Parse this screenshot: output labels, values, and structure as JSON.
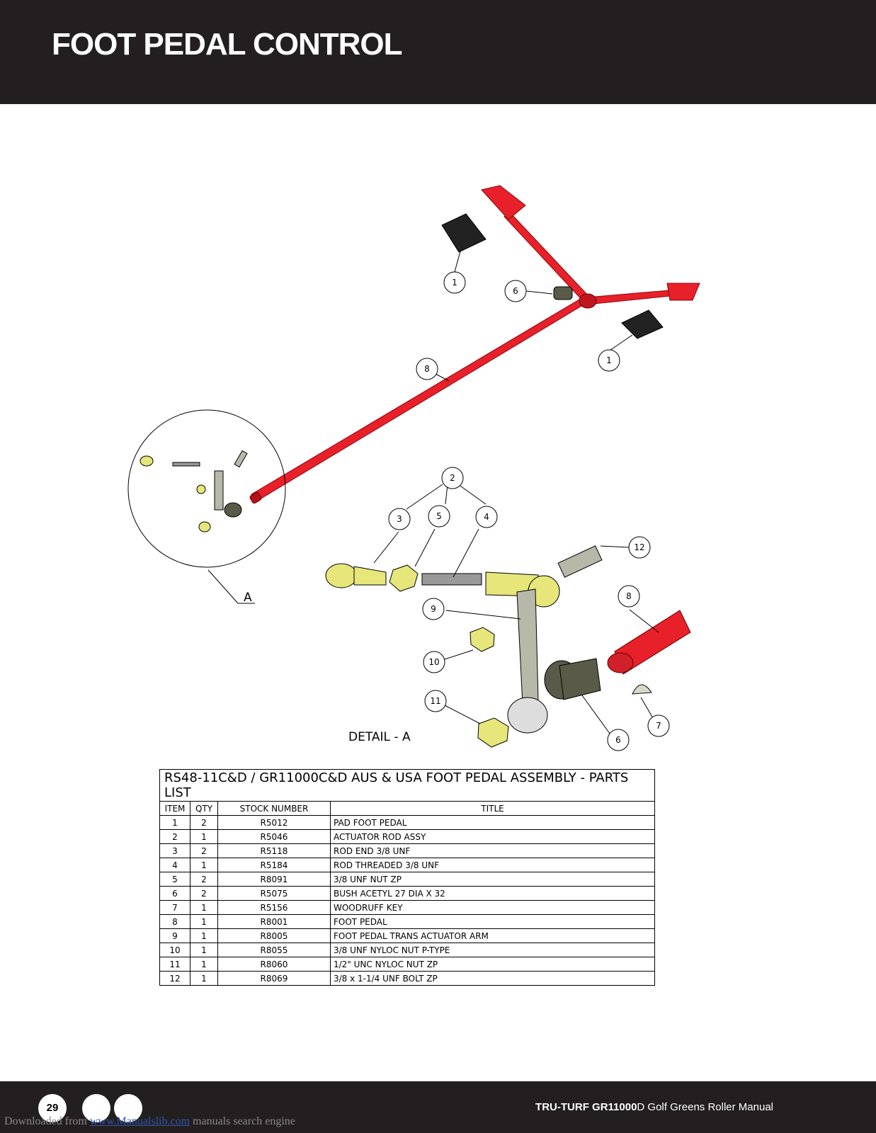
{
  "header": {
    "title": "FOOT PEDAL CONTROL"
  },
  "drawing": {
    "detail_ref": "A",
    "detail_title": "DETAIL - A",
    "callouts": [
      "1",
      "6",
      "1",
      "8",
      "2",
      "3",
      "5",
      "4",
      "12",
      "8",
      "9",
      "10",
      "11",
      "6",
      "7"
    ]
  },
  "parts_list": {
    "title": "RS48-11C&D / GR11000C&D AUS & USA FOOT PEDAL ASSEMBLY - PARTS LIST",
    "headers": [
      "ITEM",
      "QTY",
      "STOCK NUMBER",
      "TITLE"
    ],
    "rows": [
      [
        "1",
        "2",
        "R5012",
        "PAD FOOT PEDAL"
      ],
      [
        "2",
        "1",
        "R5046",
        "ACTUATOR ROD ASSY"
      ],
      [
        "3",
        "2",
        "R5118",
        "ROD END 3/8 UNF"
      ],
      [
        "4",
        "1",
        "R5184",
        "ROD THREADED 3/8 UNF"
      ],
      [
        "5",
        "2",
        "R8091",
        "3/8 UNF NUT ZP"
      ],
      [
        "6",
        "2",
        "R5075",
        "BUSH ACETYL 27 DIA X 32"
      ],
      [
        "7",
        "1",
        "R5156",
        "WOODRUFF KEY"
      ],
      [
        "8",
        "1",
        "R8001",
        "FOOT PEDAL"
      ],
      [
        "9",
        "1",
        "R8005",
        "FOOT PEDAL TRANS ACTUATOR ARM"
      ],
      [
        "10",
        "1",
        "R8055",
        "3/8 UNF NYLOC NUT P-TYPE"
      ],
      [
        "11",
        "1",
        "R8060",
        "1/2\" UNC NYLOC NUT ZP"
      ],
      [
        "12",
        "1",
        "R8069",
        "3/8 x 1-1/4  UNF BOLT ZP"
      ]
    ]
  },
  "footer": {
    "page_number": "29",
    "manual_brand": "TRU-TURF GR11000",
    "manual_rest": "D Golf Greens Roller Manual",
    "watermark_prefix": "Downloaded from ",
    "watermark_link": "www.Manualslib.com",
    "watermark_suffix": " manuals search engine"
  },
  "colors": {
    "header_bg": "#231f20",
    "pedal_red": "#e8202a",
    "part_yellow": "#e6e67a",
    "part_grey": "#b8b8a8"
  }
}
